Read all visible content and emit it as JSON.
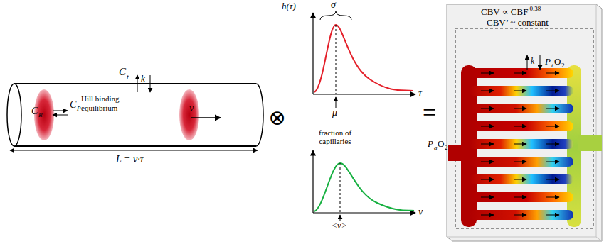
{
  "diagram": {
    "nodes": [
      {
        "text": [
          "Hill binding equilibrium"
        ]
      },
      {
        "text": [
          "CBV ∝ CBF",
          "0.38",
          "CBV’ ~ constant"
        ]
      }
    ],
    "labels": [
      "C",
      "t",
      "k",
      "C",
      "B",
      "C",
      "P",
      "v",
      "L = v·τ",
      "⊗",
      "h(τ)",
      "σ",
      "τ",
      "μ",
      "fraction of capillaries",
      "v",
      "<v>",
      "=",
      "k",
      "P",
      "t",
      "O",
      "2",
      "P",
      "a",
      "O",
      "2"
    ]
  }
}
